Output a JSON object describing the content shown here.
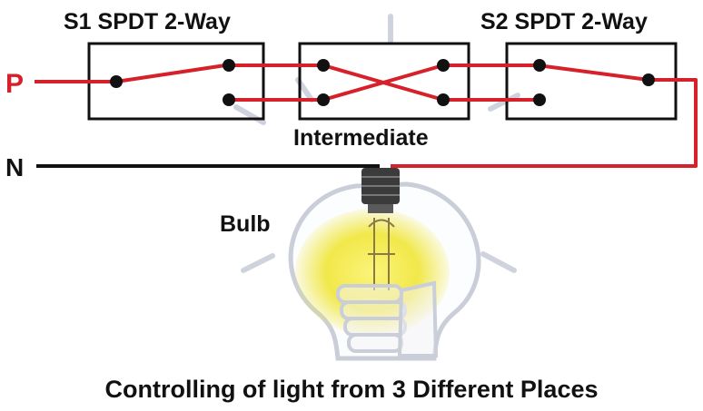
{
  "labels": {
    "s1": "S1 SPDT 2-Way",
    "s2": "S2 SPDT 2-Way",
    "intermediate": "Intermediate",
    "phase": "P",
    "neutral": "N",
    "bulb": "Bulb",
    "caption": "Controlling of light from 3 Different Places"
  },
  "colors": {
    "phase_wire": "#d6202a",
    "neutral_wire": "#111111",
    "phase_label": "#d6202a",
    "text": "#111111",
    "bulb_glow": "#f3ea55",
    "bulb_outline": "#c9ced8"
  }
}
